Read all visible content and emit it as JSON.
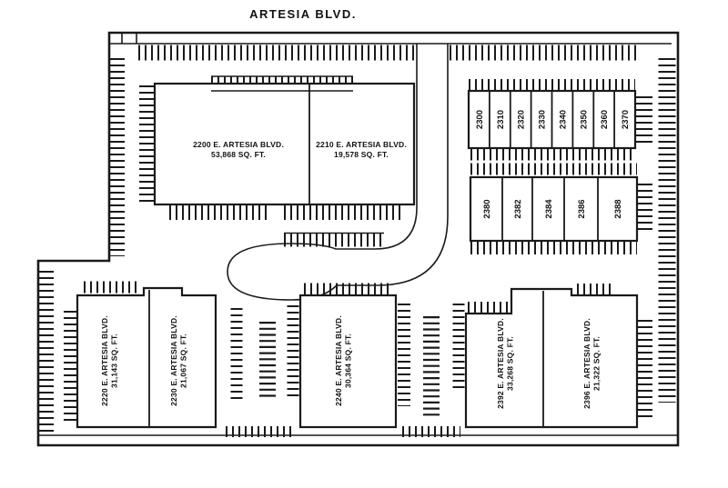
{
  "title": "ARTESIA BLVD.",
  "buildings": {
    "b2200": {
      "address": "2200 E. ARTESIA BLVD.",
      "area": "53,868 SQ. FT."
    },
    "b2210": {
      "address": "2210 E. ARTESIA BLVD.",
      "area": "19,578 SQ. FT."
    },
    "b2220": {
      "address": "2220 E. ARTESIA BLVD.",
      "area": "31,143 SQ. FT."
    },
    "b2230": {
      "address": "2230 E. ARTESIA BLVD.",
      "area": "21,067 SQ. FT."
    },
    "b2240": {
      "address": "2240 E. ARTESIA BLVD.",
      "area": "30,364 SQ. FT."
    },
    "b2392": {
      "address": "2392 E. ARTESIA BLVD.",
      "area": "33,268 SQ. FT."
    },
    "b2396": {
      "address": "2396 E. ARTESIA BLVD.",
      "area": "21,322 SQ. FT."
    }
  },
  "units": {
    "row1": [
      "2300",
      "2310",
      "2320",
      "2330",
      "2340",
      "2350",
      "2360",
      "2370"
    ],
    "row2": [
      "2380",
      "2382",
      "2384",
      "2386",
      "2388"
    ]
  },
  "colors": {
    "ink": "#1a1a1a",
    "paper": "#ffffff"
  }
}
